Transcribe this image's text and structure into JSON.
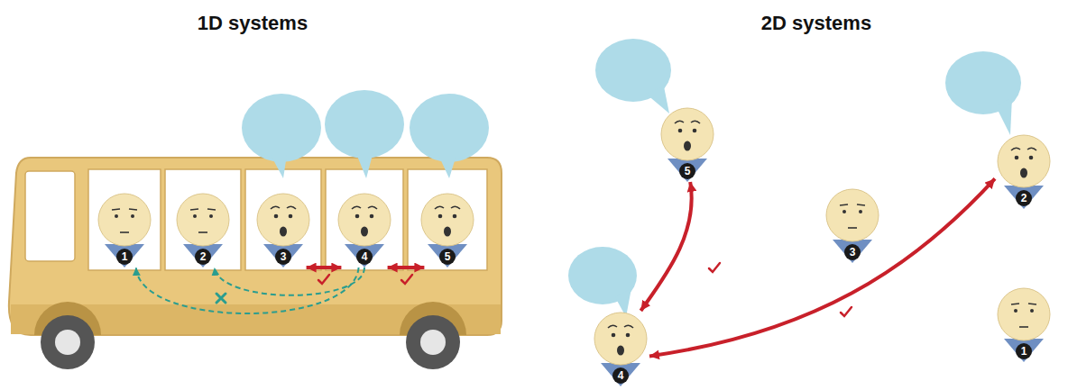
{
  "diagram": {
    "nodes": [
      {
        "text": [
          "1"
        ]
      },
      {
        "text": [
          "2"
        ]
      },
      {
        "text": [
          "3"
        ]
      },
      {
        "text": [
          "4"
        ]
      },
      {
        "text": [
          "5"
        ]
      },
      {
        "text": [
          "1"
        ]
      },
      {
        "text": [
          "2"
        ]
      },
      {
        "text": [
          "3"
        ]
      },
      {
        "text": [
          "4"
        ]
      },
      {
        "text": [
          "5"
        ]
      }
    ],
    "edges": [
      {
        "from": 2,
        "to": 3,
        "arrow": "both"
      },
      {
        "from": 3,
        "to": 4,
        "arrow": "both"
      },
      {
        "from": 3,
        "to": 0,
        "arrow": "to"
      },
      {
        "from": 3,
        "to": 1,
        "arrow": "to"
      },
      {
        "from": 9,
        "to": 8,
        "arrow": "both"
      },
      {
        "from": 8,
        "to": 6,
        "arrow": "both"
      }
    ],
    "labels": [
      "1D systems",
      "2D systems"
    ]
  }
}
